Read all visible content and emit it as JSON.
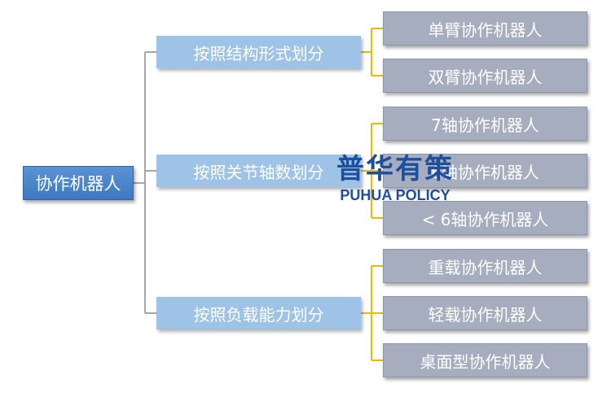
{
  "root": {
    "label": "协作机器人"
  },
  "categories": [
    {
      "label": "按照结构形式划分",
      "children": [
        "单臂协作机器人",
        "双臂协作机器人"
      ]
    },
    {
      "label": "按照关节轴数划分",
      "children": [
        "7轴协作机器人",
        "6轴协作机器人",
        "< 6轴协作机器人"
      ]
    },
    {
      "label": "按照负载能力划分",
      "children": [
        "重载协作机器人",
        "轻载协作机器人",
        "桌面型协作机器人"
      ]
    }
  ],
  "watermark": {
    "cn": "普华有策",
    "en": "PUHUA POLICY"
  },
  "colors": {
    "root": "#4a86c8",
    "category": "#9ec3e6",
    "leaf": "#a5adbf",
    "connector_main": "#a6a6a6",
    "connector_branch": "#f2b800",
    "watermark": "#1e4e9e"
  }
}
